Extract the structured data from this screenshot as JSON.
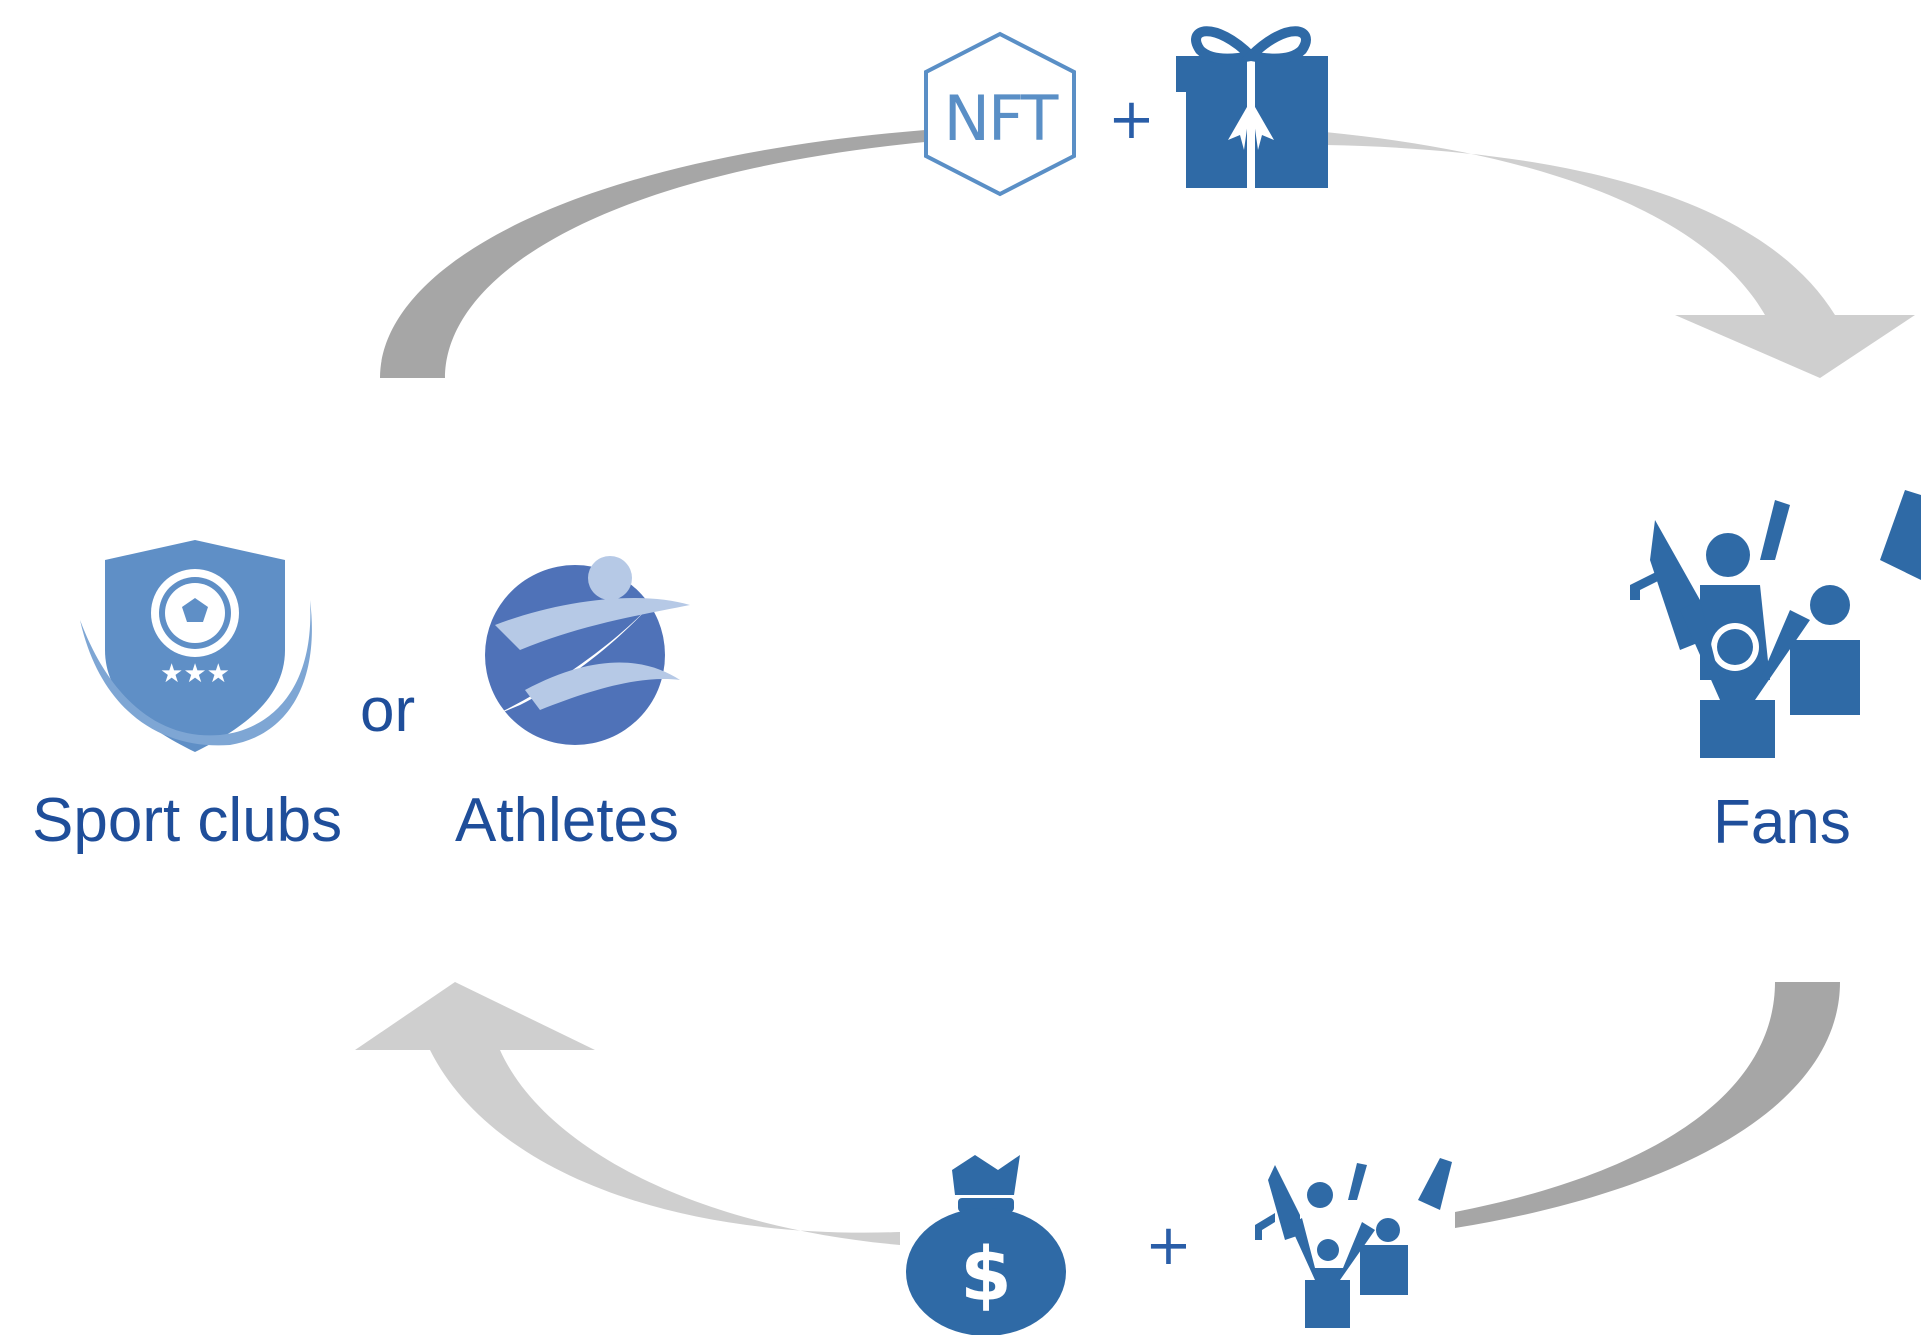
{
  "nodes": {
    "sport_clubs": "Sport clubs",
    "athletes": "Athletes",
    "connector_or": "or",
    "fans": "Fans"
  },
  "top_flow": {
    "nft_text": "NFT",
    "plus": "+",
    "items": [
      "nft-icon",
      "gift-icon"
    ]
  },
  "bottom_flow": {
    "plus": "+",
    "money_symbol": "$",
    "items": [
      "money-bag-icon",
      "fans-cheering-icon"
    ]
  },
  "colors": {
    "primary_blue": "#2f6aa6",
    "label_blue": "#1f4e9a",
    "shield_blue": "#5f8fc6",
    "athlete_blue": "#4f72b8",
    "arrow_dark_gray": "#a6a6a6",
    "arrow_light_gray": "#cfcfcf"
  }
}
